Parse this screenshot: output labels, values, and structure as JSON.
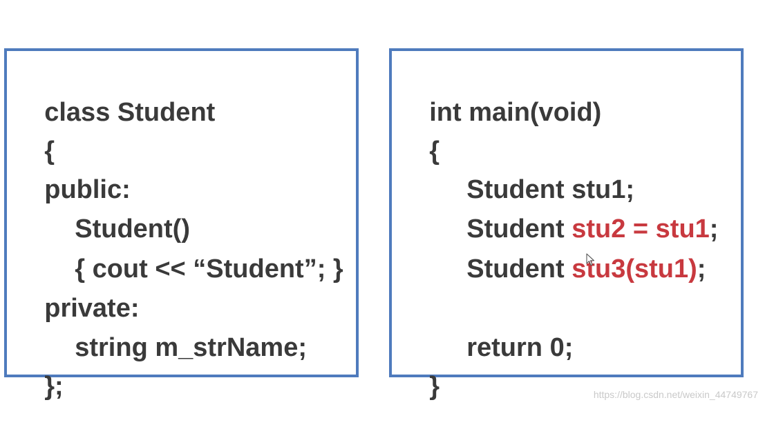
{
  "left_panel": {
    "lines": [
      {
        "segments": [
          {
            "text": "class Student",
            "hl": false
          }
        ]
      },
      {
        "segments": [
          {
            "text": "{",
            "hl": false
          }
        ]
      },
      {
        "segments": [
          {
            "text": "public:",
            "hl": false
          }
        ]
      },
      {
        "segments": [
          {
            "text": "Student()",
            "hl": false
          }
        ]
      },
      {
        "segments": [
          {
            "text": "{ cout << “Student”; }",
            "hl": false
          }
        ]
      },
      {
        "segments": [
          {
            "text": "private:",
            "hl": false
          }
        ]
      },
      {
        "segments": [
          {
            "text": "string m_strName;",
            "hl": false
          }
        ]
      },
      {
        "segments": [
          {
            "text": "};",
            "hl": false
          }
        ]
      }
    ]
  },
  "right_panel": {
    "lines": [
      {
        "segments": [
          {
            "text": "int main(void)",
            "hl": false
          }
        ]
      },
      {
        "segments": [
          {
            "text": "{",
            "hl": false
          }
        ]
      },
      {
        "segments": [
          {
            "text": "Student stu1;",
            "hl": false
          }
        ]
      },
      {
        "segments": [
          {
            "text": "Student ",
            "hl": false
          },
          {
            "text": "stu2 = stu1",
            "hl": true
          },
          {
            "text": ";",
            "hl": false
          }
        ]
      },
      {
        "segments": [
          {
            "text": "Student ",
            "hl": false
          },
          {
            "text": "stu3(stu1)",
            "hl": true
          },
          {
            "text": ";",
            "hl": false
          }
        ]
      },
      {
        "segments": [
          {
            "text": "",
            "hl": false
          }
        ]
      },
      {
        "segments": [
          {
            "text": "return 0;",
            "hl": false
          }
        ]
      },
      {
        "segments": [
          {
            "text": "}",
            "hl": false
          }
        ]
      }
    ]
  },
  "colors": {
    "border": "#4f7bbd",
    "text": "#3a3a3a",
    "highlight": "#c8393f"
  },
  "watermark": "https://blog.csdn.net/weixin_44749767"
}
